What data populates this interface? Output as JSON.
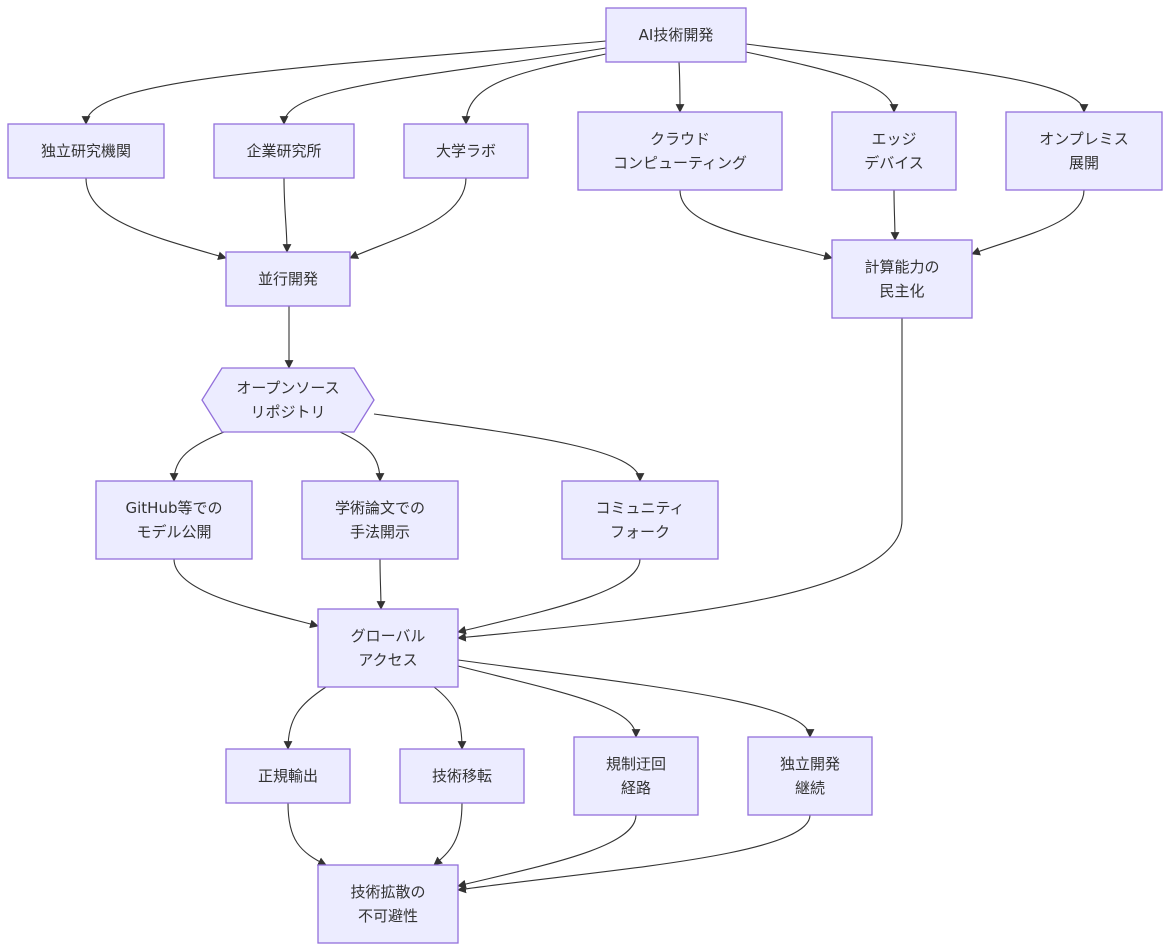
{
  "nodes": {
    "ai_dev": {
      "lines": [
        "AI技術開発"
      ]
    },
    "independent_lab": {
      "lines": [
        "独立研究機関"
      ]
    },
    "corporate_lab": {
      "lines": [
        "企業研究所"
      ]
    },
    "university_lab": {
      "lines": [
        "大学ラボ"
      ]
    },
    "cloud": {
      "lines": [
        "クラウド",
        "コンピューティング"
      ]
    },
    "edge": {
      "lines": [
        "エッジ",
        "デバイス"
      ]
    },
    "onprem": {
      "lines": [
        "オンプレミス",
        "展開"
      ]
    },
    "parallel_dev": {
      "lines": [
        "並行開発"
      ]
    },
    "compute_democratization": {
      "lines": [
        "計算能力の",
        "民主化"
      ]
    },
    "oss_repo": {
      "lines": [
        "オープンソース",
        "リポジトリ"
      ]
    },
    "github": {
      "lines": [
        "GitHub等での",
        "モデル公開"
      ]
    },
    "papers": {
      "lines": [
        "学術論文での",
        "手法開示"
      ]
    },
    "community_fork": {
      "lines": [
        "コミュニティ",
        "フォーク"
      ]
    },
    "global_access": {
      "lines": [
        "グローバル",
        "アクセス"
      ]
    },
    "legit_export": {
      "lines": [
        "正規輸出"
      ]
    },
    "tech_transfer": {
      "lines": [
        "技術移転"
      ]
    },
    "reg_bypass": {
      "lines": [
        "規制迂回",
        "経路"
      ]
    },
    "indep_continue": {
      "lines": [
        "独立開発",
        "継続"
      ]
    },
    "diffusion": {
      "lines": [
        "技術拡散の",
        "不可避性"
      ]
    }
  },
  "edges": [
    [
      "ai_dev",
      "independent_lab"
    ],
    [
      "ai_dev",
      "corporate_lab"
    ],
    [
      "ai_dev",
      "university_lab"
    ],
    [
      "ai_dev",
      "cloud"
    ],
    [
      "ai_dev",
      "edge"
    ],
    [
      "ai_dev",
      "onprem"
    ],
    [
      "independent_lab",
      "parallel_dev"
    ],
    [
      "corporate_lab",
      "parallel_dev"
    ],
    [
      "university_lab",
      "parallel_dev"
    ],
    [
      "cloud",
      "compute_democratization"
    ],
    [
      "edge",
      "compute_democratization"
    ],
    [
      "onprem",
      "compute_democratization"
    ],
    [
      "parallel_dev",
      "oss_repo"
    ],
    [
      "oss_repo",
      "github"
    ],
    [
      "oss_repo",
      "papers"
    ],
    [
      "oss_repo",
      "community_fork"
    ],
    [
      "github",
      "global_access"
    ],
    [
      "papers",
      "global_access"
    ],
    [
      "community_fork",
      "global_access"
    ],
    [
      "compute_democratization",
      "global_access"
    ],
    [
      "global_access",
      "legit_export"
    ],
    [
      "global_access",
      "tech_transfer"
    ],
    [
      "global_access",
      "reg_bypass"
    ],
    [
      "global_access",
      "indep_continue"
    ],
    [
      "legit_export",
      "diffusion"
    ],
    [
      "tech_transfer",
      "diffusion"
    ],
    [
      "reg_bypass",
      "diffusion"
    ],
    [
      "indep_continue",
      "diffusion"
    ]
  ],
  "colors": {
    "node_fill": "#ececff",
    "node_stroke": "#9370db",
    "edge": "#333333",
    "text": "#333333"
  }
}
